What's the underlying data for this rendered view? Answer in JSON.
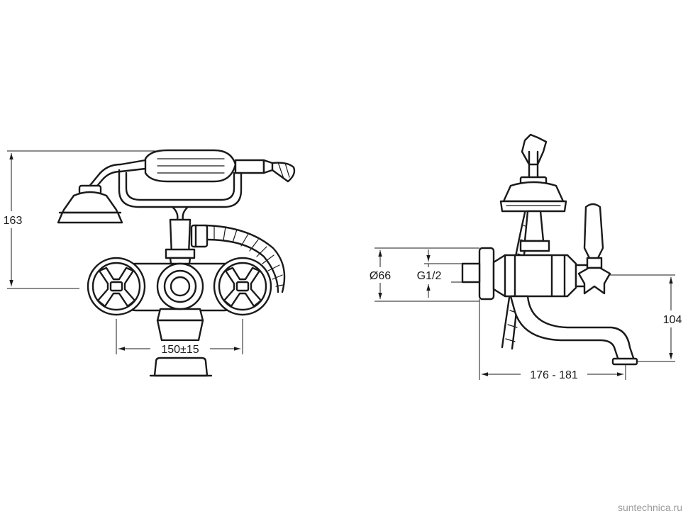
{
  "front_view": {
    "height_dim": "163",
    "width_dim": "150±15"
  },
  "side_view": {
    "diameter_dim": "Ø66",
    "thread_dim": "G1/2",
    "height_dim": "104",
    "depth_dim": "176 - 181"
  },
  "watermark": "suntechnica.ru",
  "colors": {
    "line": "#1a1a1a",
    "background": "#ffffff",
    "watermark": "#9a9a9a"
  }
}
